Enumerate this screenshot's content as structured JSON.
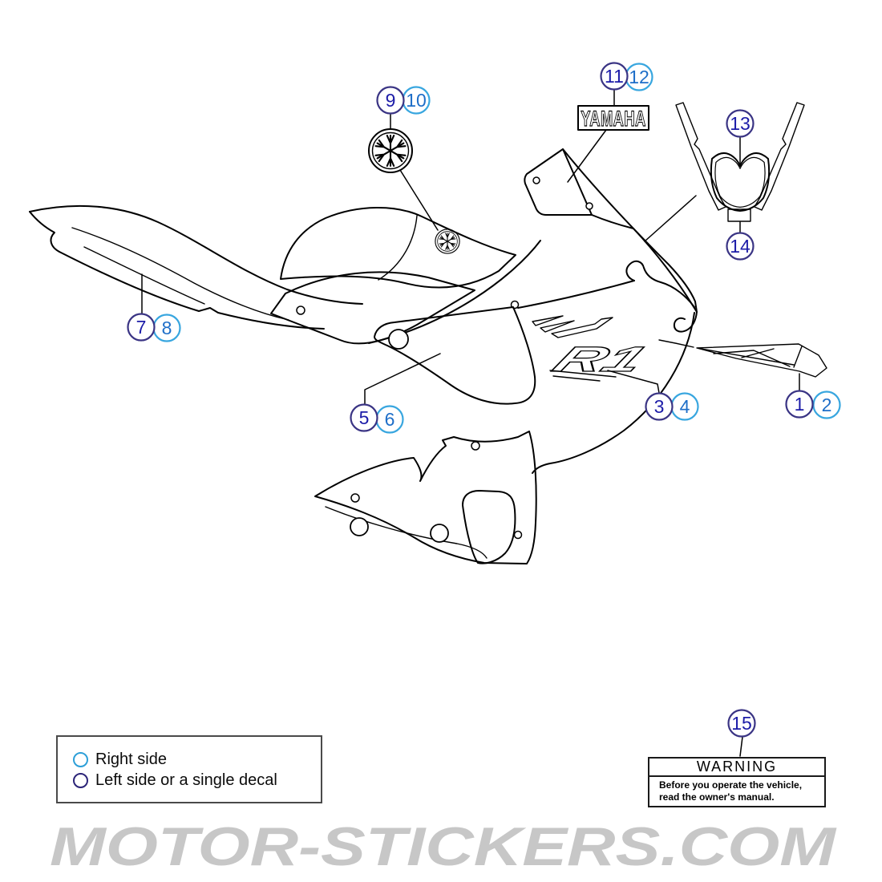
{
  "diagram": {
    "yamaha_wordmark": "YAMAHA",
    "model_logo": "R1",
    "callouts": [
      {
        "number": "1",
        "side": "left_or_single"
      },
      {
        "number": "2",
        "side": "right"
      },
      {
        "number": "3",
        "side": "left_or_single"
      },
      {
        "number": "4",
        "side": "right"
      },
      {
        "number": "5",
        "side": "left_or_single"
      },
      {
        "number": "6",
        "side": "right"
      },
      {
        "number": "7",
        "side": "left_or_single"
      },
      {
        "number": "8",
        "side": "right"
      },
      {
        "number": "9",
        "side": "left_or_single"
      },
      {
        "number": "10",
        "side": "right"
      },
      {
        "number": "11",
        "side": "left_or_single"
      },
      {
        "number": "12",
        "side": "right"
      },
      {
        "number": "13",
        "side": "left_or_single"
      },
      {
        "number": "14",
        "side": "left_or_single"
      },
      {
        "number": "15",
        "side": "left_or_single"
      }
    ]
  },
  "legend": {
    "items": [
      {
        "label": "Right side",
        "marker_color": "#2D9FD8"
      },
      {
        "label": "Left side or a single decal",
        "marker_color": "#2B2478"
      }
    ]
  },
  "warning_label": {
    "callout_number": "15",
    "title": "WARNING",
    "body_line1": "Before you operate the vehicle,",
    "body_line2": "read the owner's manual."
  },
  "watermark": {
    "text": "MOTOR-STICKERS.COM",
    "color": "#C7C7C7"
  },
  "colors": {
    "outline": "#000000",
    "callout_left_circle": "#3A3484",
    "callout_left_number": "#1C1CA8",
    "callout_right_circle": "#38A6DF",
    "callout_right_number": "#1E6EC8",
    "background": "#FFFFFF"
  }
}
